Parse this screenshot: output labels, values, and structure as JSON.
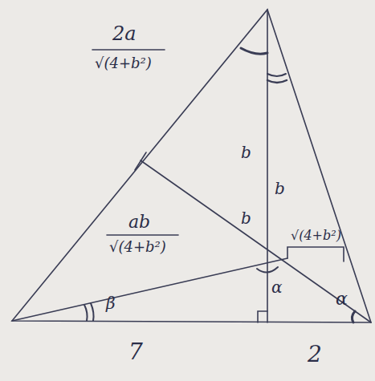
{
  "diagram": {
    "labels": [
      "2a",
      "√(4+b²)",
      "ab",
      "√(4+b²)",
      "√(4+b²)",
      "b",
      "b",
      "b",
      "α",
      "α",
      "β",
      "7",
      "2"
    ]
  }
}
